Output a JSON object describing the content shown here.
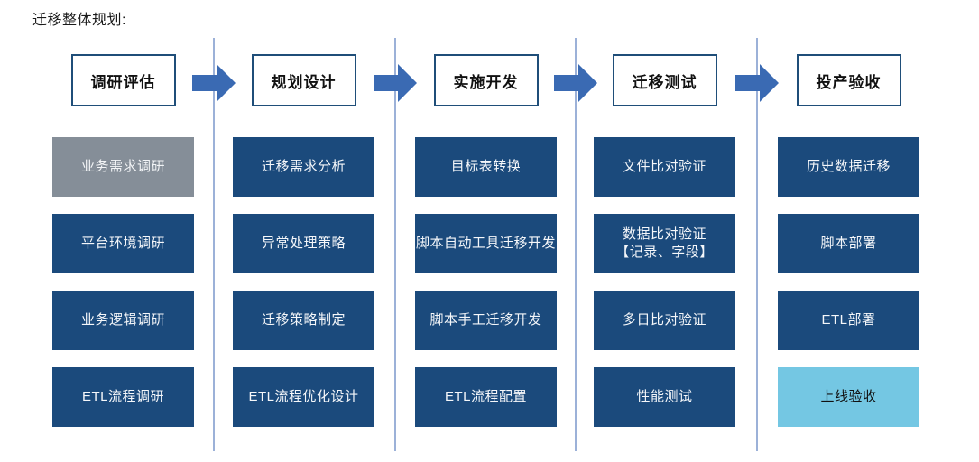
{
  "page": {
    "title": "迁移整体规划:"
  },
  "colors": {
    "task_dark_blue": "#1b4a7c",
    "task_gray": "#858e98",
    "task_light_blue": "#74c7e3",
    "arrow_blue": "#3a6ab3",
    "divider_blue": "#9cb1d8",
    "header_border_blue": "#1f4e79",
    "header_text": "#111111",
    "task_text_white": "#f5f7fa"
  },
  "flow": {
    "columns": [
      {
        "header": "调研评估",
        "items": [
          {
            "label": "业务需求调研"
          },
          {
            "label": "平台环境调研"
          },
          {
            "label": "业务逻辑调研"
          },
          {
            "label": "ETL流程调研"
          }
        ]
      },
      {
        "header": "规划设计",
        "items": [
          {
            "label": "迁移需求分析"
          },
          {
            "label": "异常处理策略"
          },
          {
            "label": "迁移策略制定"
          },
          {
            "label": "ETL流程优化设计"
          }
        ]
      },
      {
        "header": "实施开发",
        "items": [
          {
            "label": "目标表转换"
          },
          {
            "label": "脚本自动工具迁移开发"
          },
          {
            "label": "脚本手工迁移开发"
          },
          {
            "label": "ETL流程配置"
          }
        ]
      },
      {
        "header": "迁移测试",
        "items": [
          {
            "label": "文件比对验证"
          },
          {
            "label": "数据比对验证\n【记录、字段】"
          },
          {
            "label": "多日比对验证"
          },
          {
            "label": "性能测试"
          }
        ]
      },
      {
        "header": "投产验收",
        "items": [
          {
            "label": "历史数据迁移"
          },
          {
            "label": "脚本部署"
          },
          {
            "label": "ETL部署"
          },
          {
            "label": "上线验收"
          }
        ]
      }
    ]
  }
}
